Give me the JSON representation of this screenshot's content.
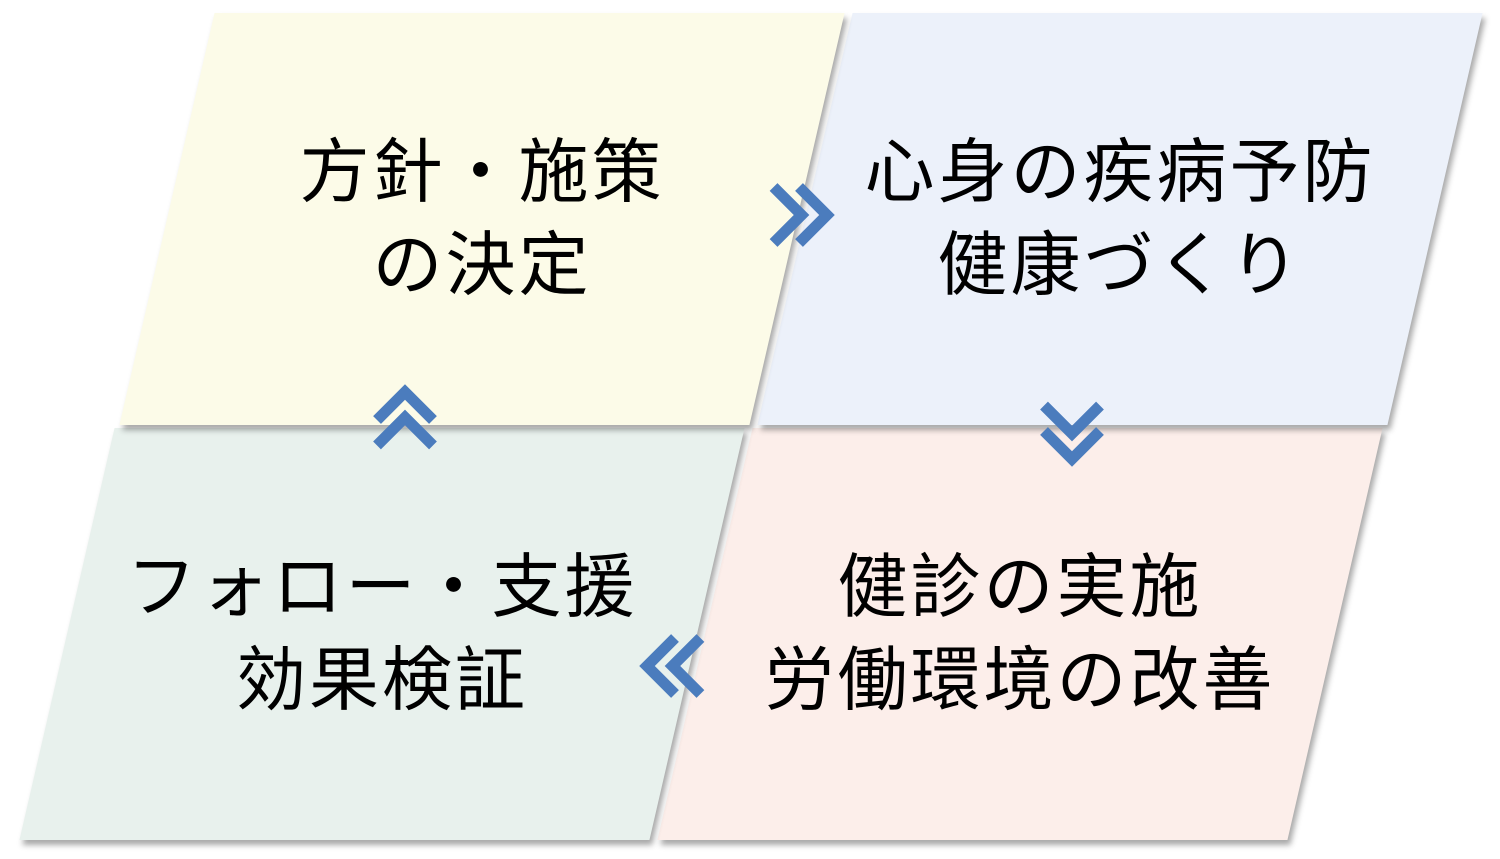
{
  "diagram": {
    "type": "cycle-diagram",
    "background_color": "#ffffff",
    "text_color": "#000000",
    "arrow_color": "#4b7cbd",
    "quadrants": [
      {
        "position": "top-left",
        "line1": "方針・施策",
        "line2": "の決定",
        "fill": "#fcfbe8"
      },
      {
        "position": "top-right",
        "line1": "心身の疾病予防",
        "line2": "健康づくり",
        "fill": "#ecf1fa"
      },
      {
        "position": "bottom-left",
        "line1": "フォロー・支援",
        "line2": "効果検証",
        "fill": "#e8f1ed"
      },
      {
        "position": "bottom-right",
        "line1": "健診の実施",
        "line2": "労働環境の改善",
        "fill": "#fceeea"
      }
    ],
    "arrows": [
      {
        "direction": "right",
        "between": "top-left to top-right"
      },
      {
        "direction": "down",
        "between": "top-right to bottom-right"
      },
      {
        "direction": "left",
        "between": "bottom-right to bottom-left"
      },
      {
        "direction": "up",
        "between": "bottom-left to top-left"
      }
    ]
  }
}
